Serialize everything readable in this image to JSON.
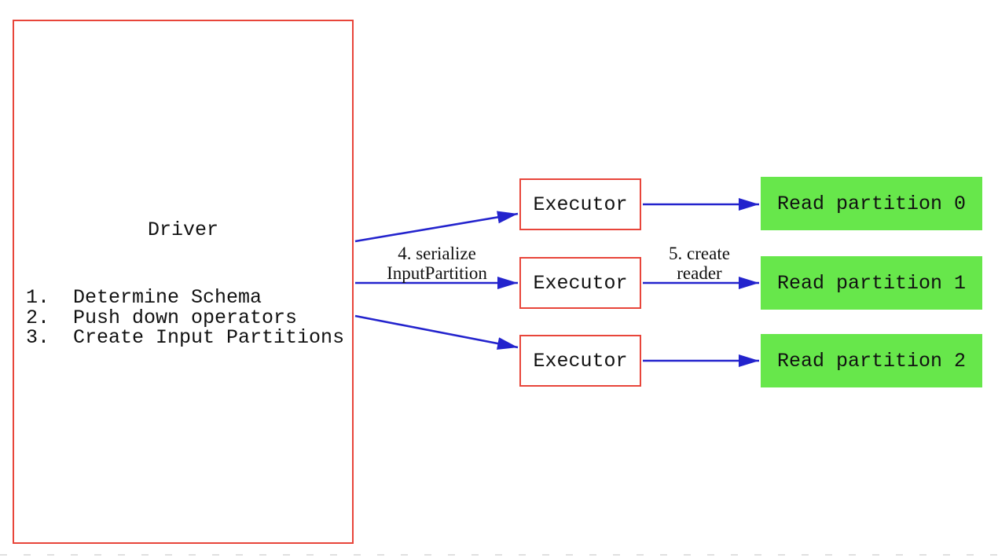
{
  "driver": {
    "title": "Driver",
    "steps": "1.  Determine Schema\n2.  Push down operators\n3.  Create Input Partitions"
  },
  "executors": [
    "Executor",
    "Executor",
    "Executor"
  ],
  "partitions": [
    "Read partition 0",
    "Read partition 1",
    "Read partition 2"
  ],
  "arrow_labels": {
    "serialize_line1": "4. serialize",
    "serialize_line2": "InputPartition",
    "reader_line1": "5. create",
    "reader_line2": "reader"
  },
  "colors": {
    "box_border_red": "#e8453a",
    "arrow_blue": "#2323cd",
    "partition_green": "#67e74b",
    "text_black": "#111111",
    "background": "#ffffff"
  }
}
